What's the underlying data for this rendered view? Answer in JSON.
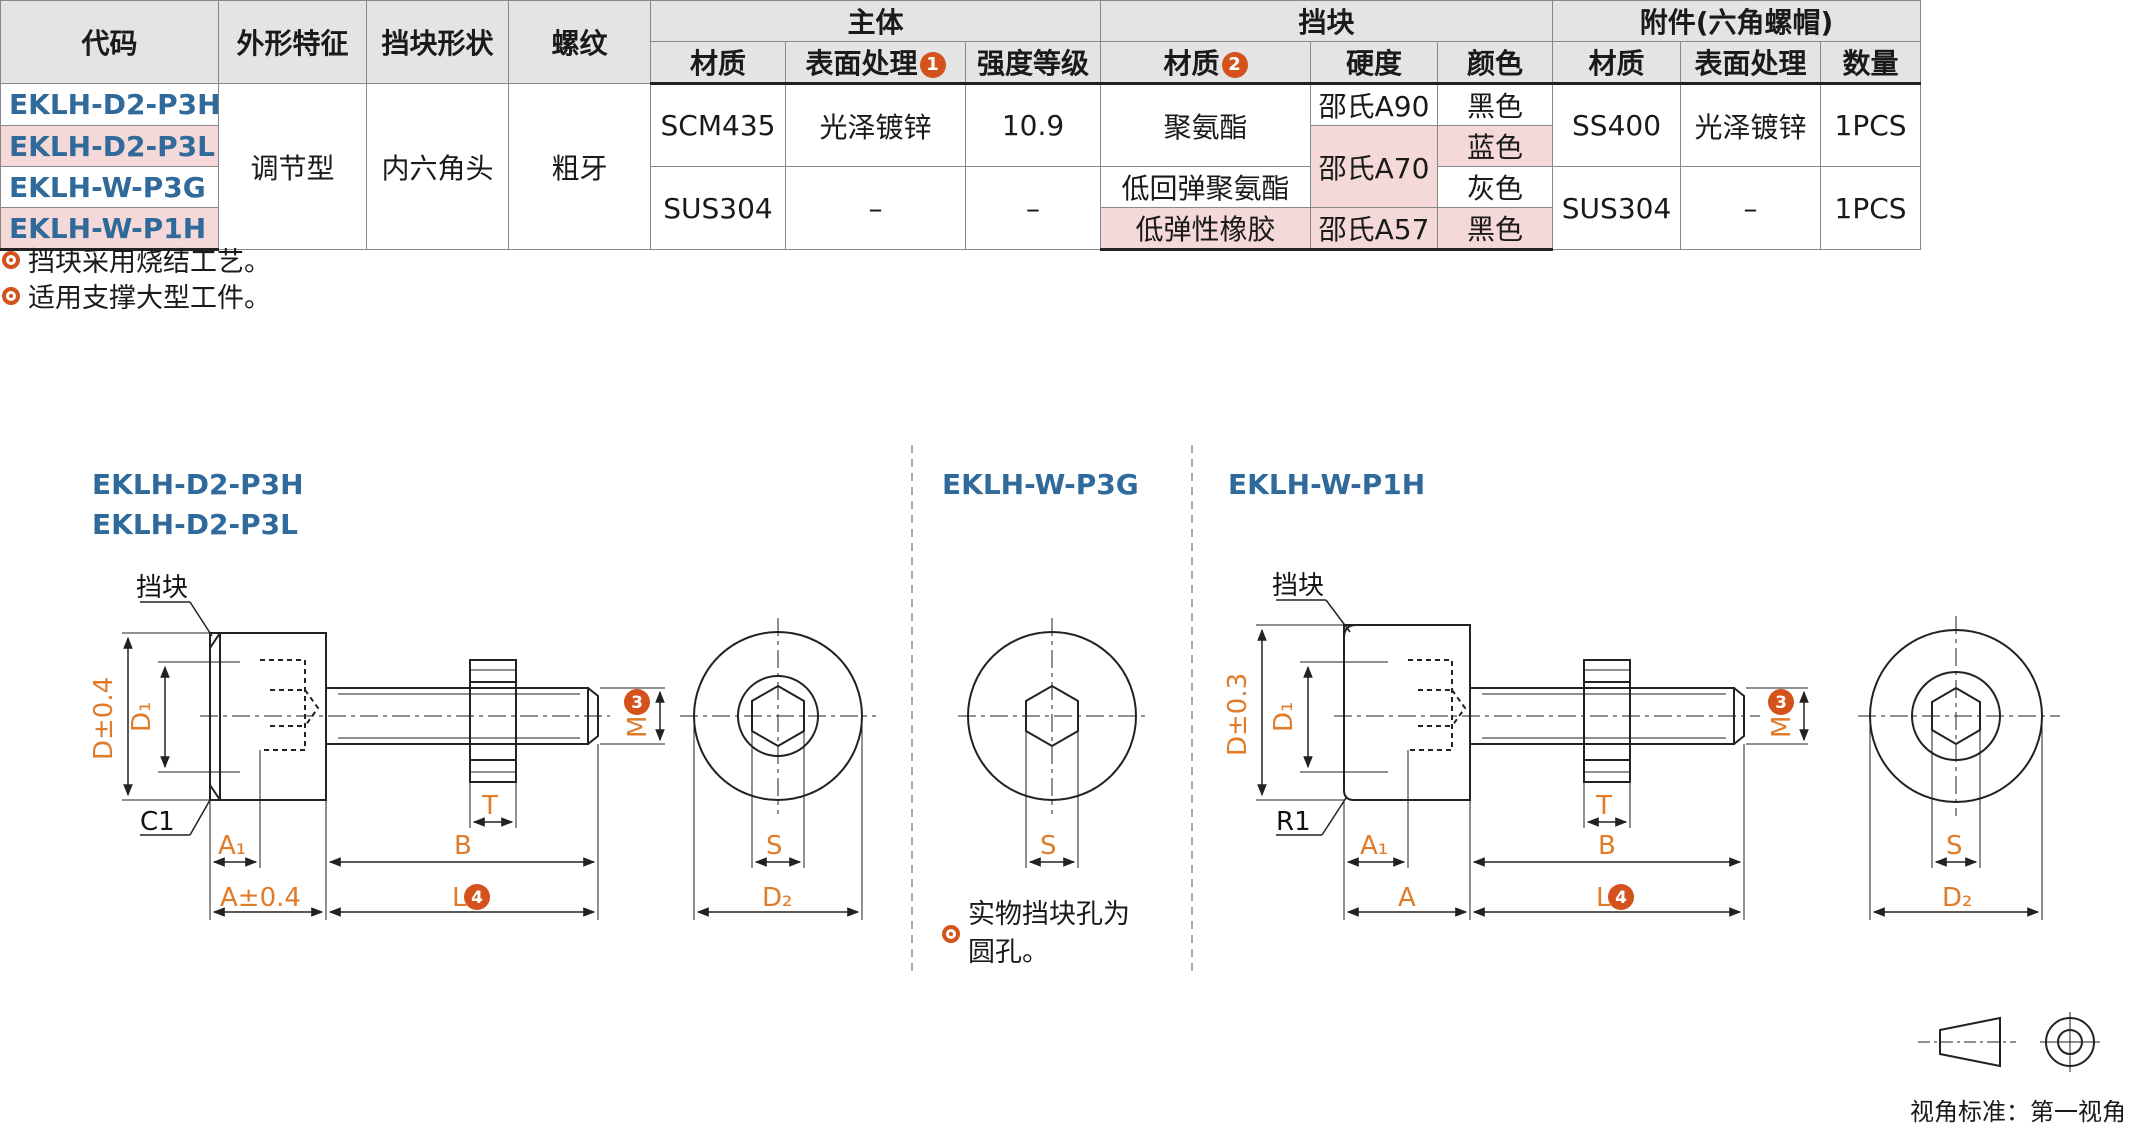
{
  "table": {
    "h_code": "代码",
    "h_shape": "外形特征",
    "h_stopper_shape": "挡块形状",
    "h_thread": "螺纹",
    "h_body": "主体",
    "h_stopper": "挡块",
    "h_accessory": "附件(六角螺帽)",
    "h_body_material": "材质",
    "h_body_surface": "表面处理",
    "h_body_grade": "强度等级",
    "h_stop_material": "材质",
    "h_stop_hardness": "硬度",
    "h_stop_color": "颜色",
    "h_acc_material": "材质",
    "h_acc_surface": "表面处理",
    "h_acc_qty": "数量",
    "badge1": "1",
    "badge2": "2",
    "codes": [
      "EKLH-D2-P3H",
      "EKLH-D2-P3L",
      "EKLH-W-P3G",
      "EKLH-W-P1H"
    ],
    "shape": "调节型",
    "stopper_shape": "内六角头",
    "thread": "粗牙",
    "body_mat_1": "SCM435",
    "body_surface_1": "光泽镀锌",
    "body_grade_1": "10.9",
    "body_mat_2": "SUS304",
    "body_surface_2": "–",
    "body_grade_2": "–",
    "stop_mat_1": "聚氨酯",
    "stop_mat_2": "低回弹聚氨酯",
    "stop_mat_3": "低弹性橡胶",
    "hard_1": "邵氏A90",
    "hard_2": "邵氏A70",
    "hard_3": "邵氏A57",
    "colors": [
      "黑色",
      "蓝色",
      "灰色",
      "黑色"
    ],
    "acc_mat_1": "SS400",
    "acc_surface_1": "光泽镀锌",
    "acc_qty_1": "1PCS",
    "acc_mat_2": "SUS304",
    "acc_surface_2": "–",
    "acc_qty_2": "1PCS"
  },
  "notes": [
    "挡块采用烧结工艺。",
    "适用支撑大型工件。"
  ],
  "drawings": {
    "left_title_1": "EKLH-D2-P3H",
    "left_title_2": "EKLH-D2-P3L",
    "mid_title": "EKLH-W-P3G",
    "right_title": "EKLH-W-P1H",
    "stopper_label": "挡块",
    "d_tol_left": "D±0.4",
    "d_tol_right": "D±0.3",
    "d1": "D₁",
    "c1": "C1",
    "r1": "R1",
    "a1": "A₁",
    "a_tol": "A±0.4",
    "a": "A",
    "b": "B",
    "l": "L",
    "t": "T",
    "m": "M",
    "s": "S",
    "d2": "D₂",
    "badge3": "3",
    "badge4": "4",
    "mid_note": "实物挡块孔为圆孔。",
    "view_standard": "视角标准：第一视角"
  },
  "colors": {
    "accent": "#d4521c",
    "dim_text": "#e07b2a",
    "code_blue": "#2f6a9a",
    "stripe": "#f5d9d9"
  }
}
